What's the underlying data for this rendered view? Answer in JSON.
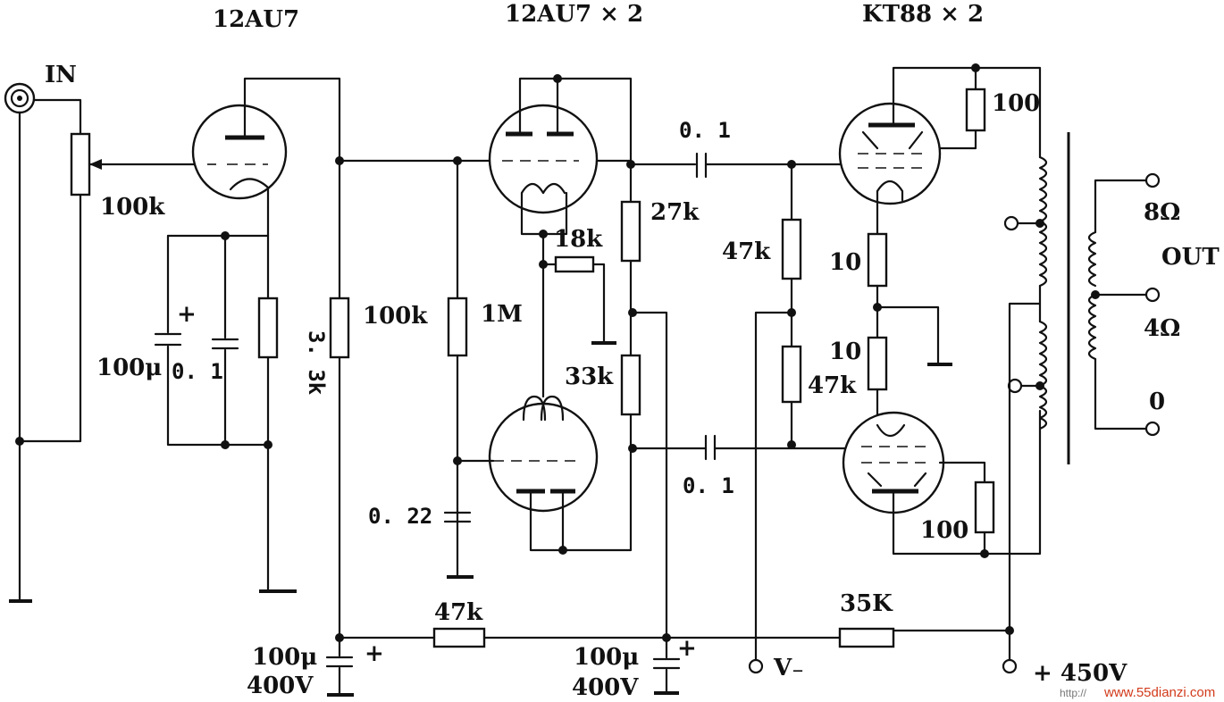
{
  "tubes": {
    "v1": "12AU7",
    "v2": "12AU7 × 2",
    "v3": "KT88 × 2"
  },
  "input": {
    "label": "IN"
  },
  "output": {
    "label": "OUT",
    "tap_8": "8Ω",
    "tap_4": "4Ω",
    "tap_0": "0"
  },
  "components": {
    "pot_100k": "100k",
    "cap_100u": "100μ",
    "cap_plus": "+",
    "cap_0_1_a": "0. 1",
    "res_3_3k": "3. 3k",
    "res_100k": "100k",
    "res_1m": "1M",
    "res_18k": "18k",
    "res_27k": "27k",
    "res_33k": "33k",
    "cap_0_22": "0. 22",
    "cap_0_1_top": "0. 1",
    "cap_0_1_bot": "0. 1",
    "res_47k_top": "47k",
    "res_47k_bot": "47k",
    "res_10_top": "10",
    "res_10_bot": "10",
    "res_100_top": "100",
    "res_100_bot": "100",
    "res_47k_supply": "47k",
    "res_35k_supply": "35K",
    "cap_supply1_value": "100μ",
    "cap_supply1_voltage": "400V",
    "cap_supply2_value": "100μ",
    "cap_supply2_voltage": "400V",
    "bias_terminal": "V₋",
    "hv_terminal": "+ 450V"
  },
  "watermark": {
    "text": "www.55dianzi.com",
    "prefix": "http://"
  }
}
